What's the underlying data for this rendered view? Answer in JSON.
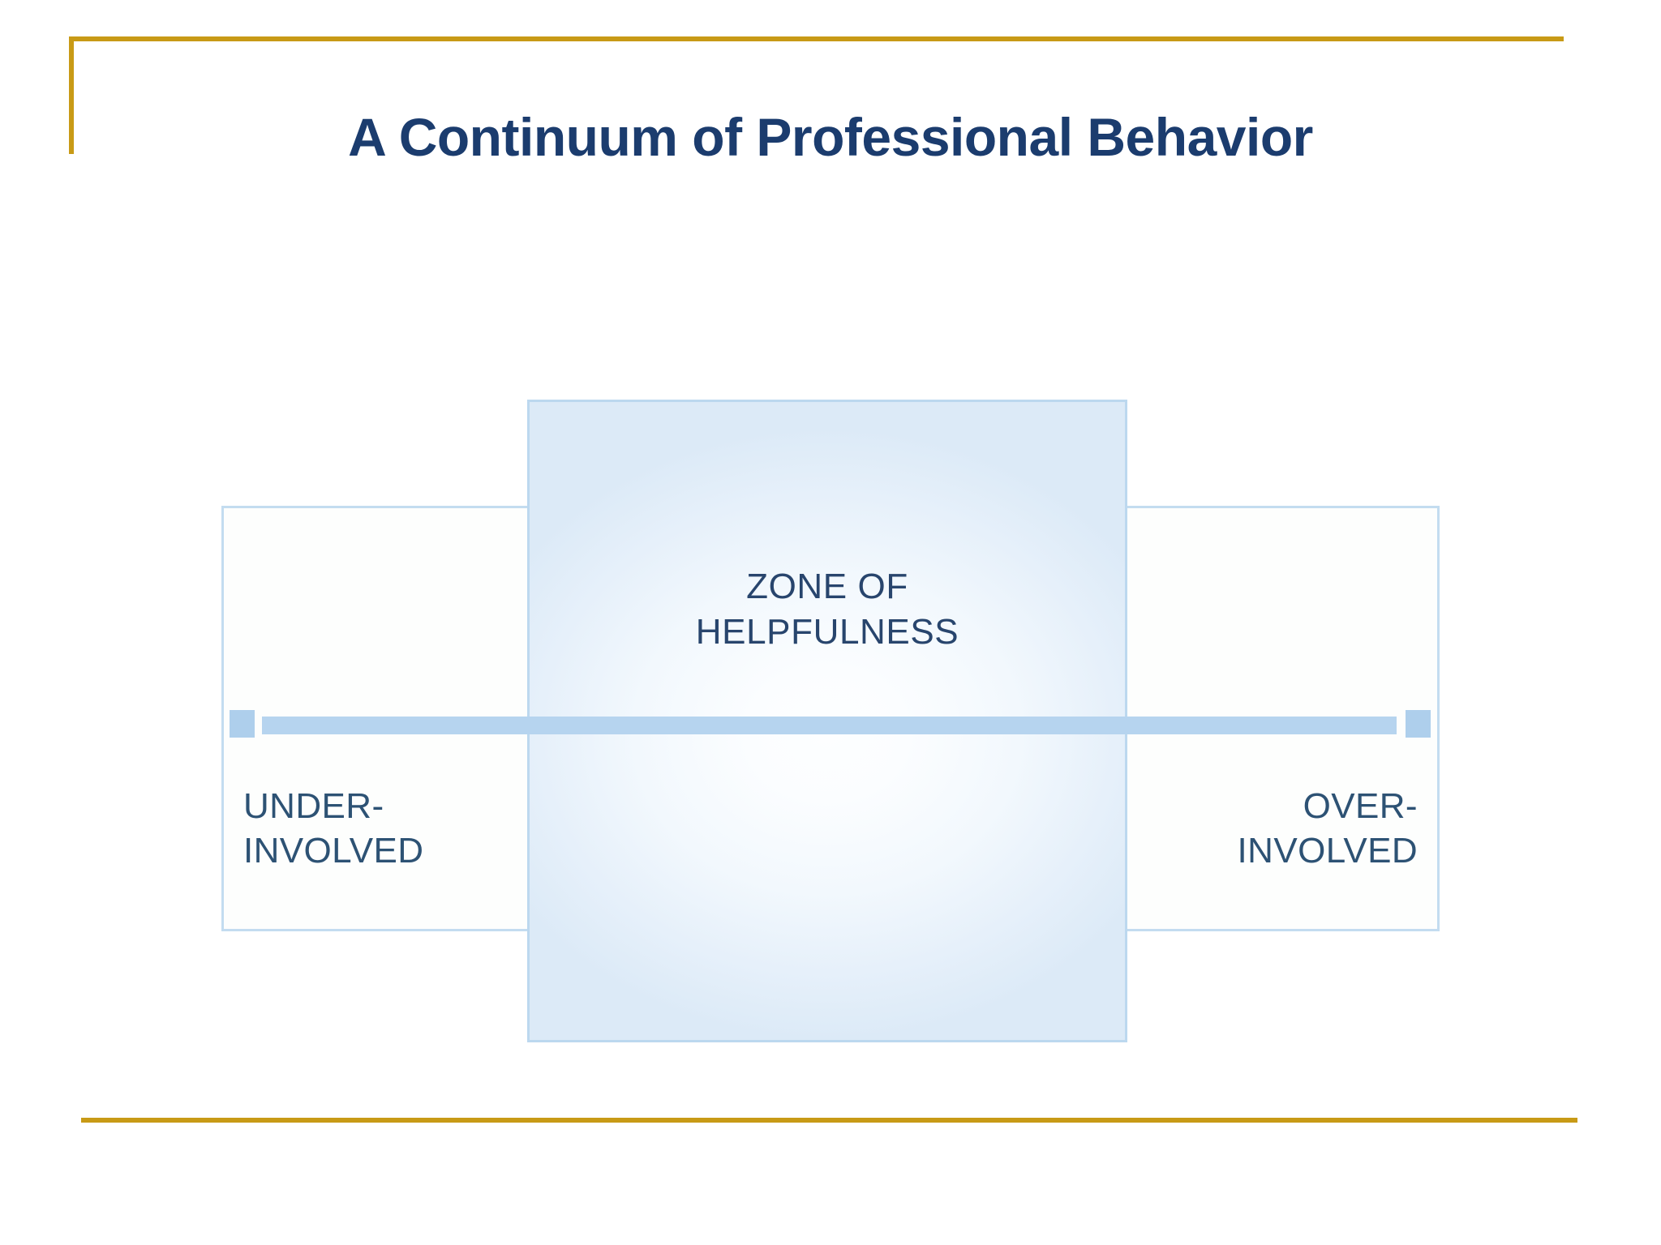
{
  "slide": {
    "title": "A Continuum of Professional Behavior",
    "accent_gold": "#c89a16",
    "title_color": "#1b3c6e",
    "diagram_blue_border": "#c3dcf0",
    "slider_blue": "#b6d4ef",
    "label_color": "#2d5274"
  },
  "diagram": {
    "type": "continuum",
    "zone": {
      "label_line1": "ZONE OF",
      "label_line2": "HELPFULNESS"
    },
    "left_end": {
      "label_line1": "UNDER-",
      "label_line2": "INVOLVED"
    },
    "right_end": {
      "label_line1": "OVER-",
      "label_line2": "INVOLVED"
    }
  }
}
